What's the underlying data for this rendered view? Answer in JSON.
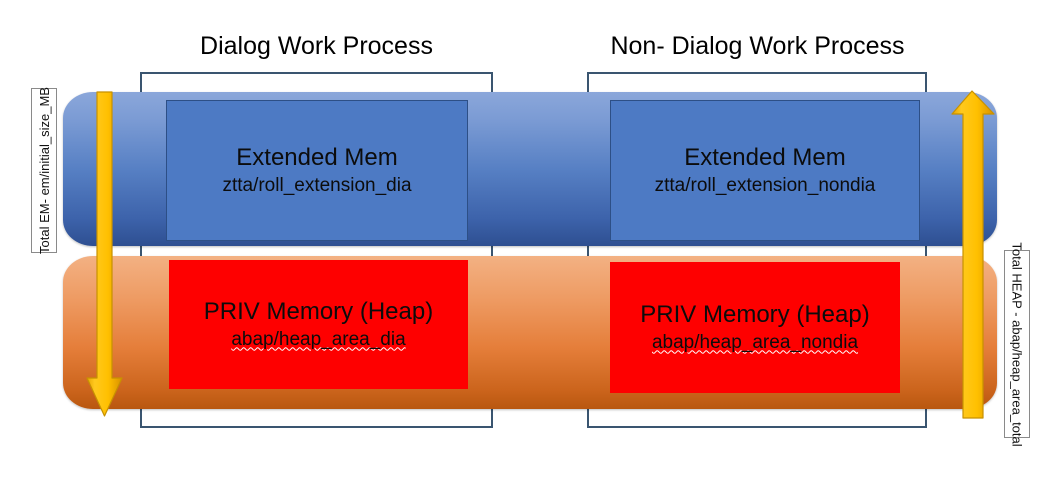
{
  "diagram": {
    "title_left": "Dialog Work Process",
    "title_right": "Non- Dialog Work Process",
    "side_label_left": "Total EM- em/initial_size_MB",
    "side_label_right": "Total HEAP - abap/heap_area_total",
    "colors": {
      "extended_mem_box": "#4d7ac4",
      "heap_box": "#fe0000",
      "bar_blue_top": "#8ba7da",
      "bar_blue_bottom": "#2e4f91",
      "bar_orange_top": "#f3b183",
      "bar_orange_bottom": "#b9570f",
      "bracket_stroke": "#3a5570",
      "arrow_fill": "#ffc000"
    },
    "layers": [
      {
        "layer_name": "extended-memory",
        "bar_color": "blue",
        "boxes": [
          {
            "title": "Extended Mem",
            "parameter": "ztta/roll_extension_dia",
            "spellcheck_underline": false
          },
          {
            "title": "Extended Mem",
            "parameter": "ztta/roll_extension_nondia",
            "spellcheck_underline": false
          }
        ]
      },
      {
        "layer_name": "priv-heap-memory",
        "bar_color": "orange",
        "boxes": [
          {
            "title": "PRIV Memory (Heap)",
            "parameter": "abap/heap_area_dia",
            "spellcheck_underline": true
          },
          {
            "title": "PRIV Memory (Heap)",
            "parameter": "abap/heap_area_nondia",
            "spellcheck_underline": true
          }
        ]
      }
    ],
    "arrows": [
      {
        "arrow_name": "em-consumption-arrow",
        "direction": "down",
        "side": "left"
      },
      {
        "arrow_name": "heap-consumption-arrow",
        "direction": "up",
        "side": "right"
      }
    ]
  }
}
